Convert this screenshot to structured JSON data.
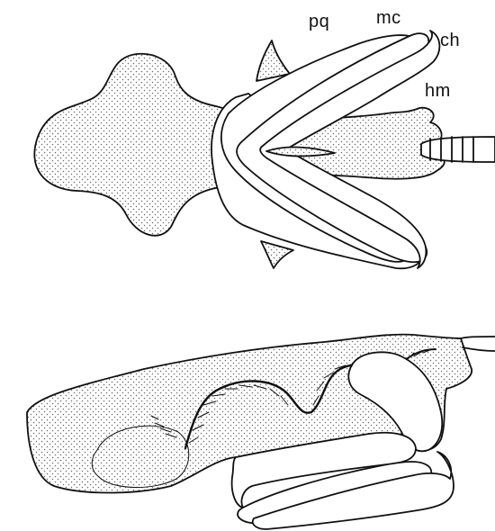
{
  "labels": {
    "pq": "pq",
    "mc": "mc",
    "ch": "ch",
    "hm": "hm"
  },
  "colors": {
    "ink": "#111111",
    "paper": "#ffffff",
    "stipple": "#6a6a6a"
  }
}
